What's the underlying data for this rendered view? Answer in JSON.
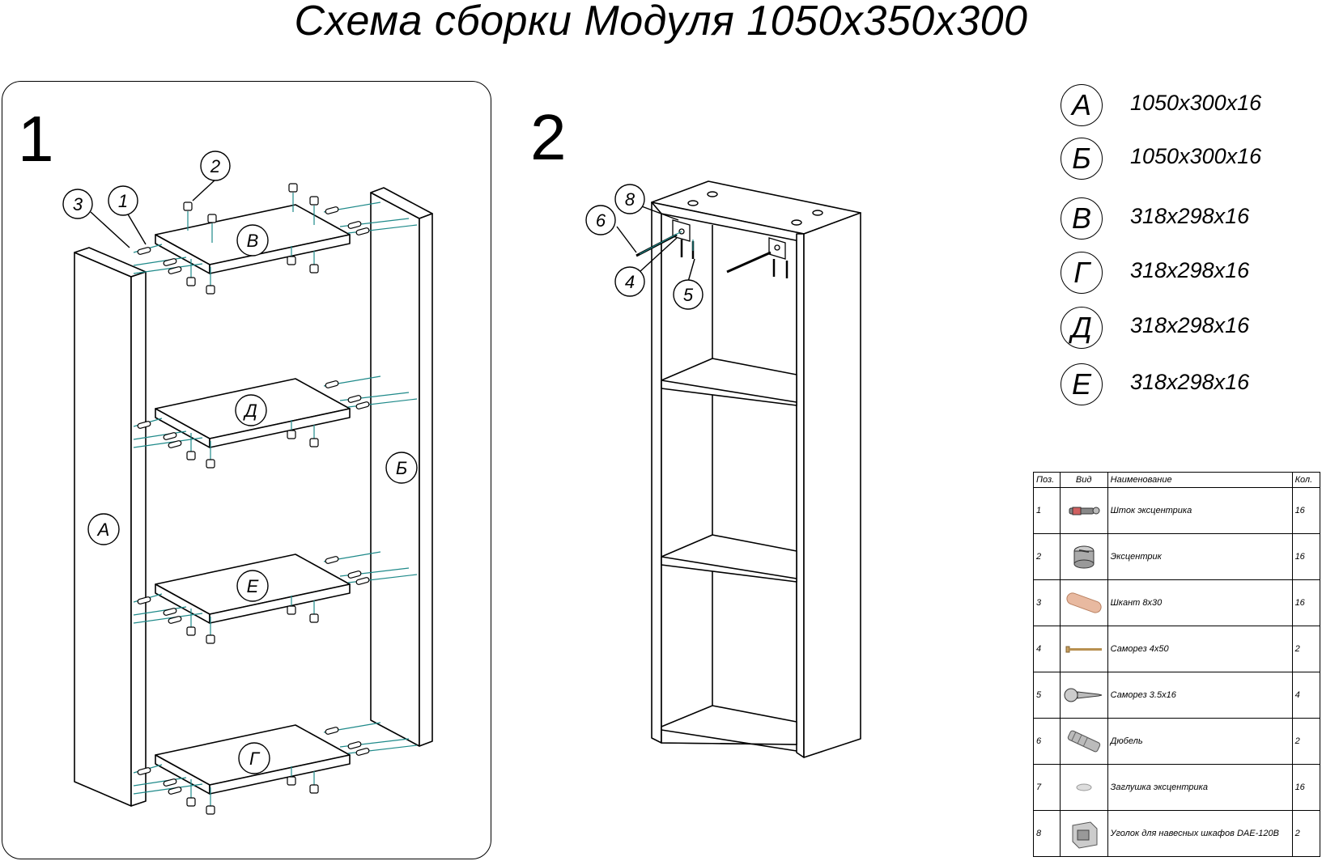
{
  "title": "Схема сборки Модуля 1050х350х300",
  "step1": {
    "number": "1",
    "callouts": [
      "1",
      "2",
      "3"
    ],
    "panel_labels": [
      "А",
      "Б",
      "В",
      "Д",
      "Е",
      "Г"
    ]
  },
  "step2": {
    "number": "2",
    "callouts": [
      "4",
      "5",
      "6",
      "8"
    ]
  },
  "legend": [
    {
      "letter": "А",
      "size": "1050х300х16"
    },
    {
      "letter": "Б",
      "size": "1050х300х16"
    },
    {
      "letter": "В",
      "size": "318х298х16"
    },
    {
      "letter": "Г",
      "size": "318х298х16"
    },
    {
      "letter": "Д",
      "size": "318х298х16"
    },
    {
      "letter": "Е",
      "size": "318х298х16"
    }
  ],
  "table": {
    "headers": [
      "Поз.",
      "Вид",
      "Наименование",
      "Кол."
    ],
    "rows": [
      {
        "pos": "1",
        "icon": "cam-rod-icon",
        "name": "Шток эксцентрика",
        "qty": "16"
      },
      {
        "pos": "2",
        "icon": "cam-lock-icon",
        "name": "Эксцентрик",
        "qty": "16"
      },
      {
        "pos": "3",
        "icon": "dowel-icon",
        "name": "Шкант 8х30",
        "qty": "16"
      },
      {
        "pos": "4",
        "icon": "screw-icon",
        "name": "Саморез 4х50",
        "qty": "2"
      },
      {
        "pos": "5",
        "icon": "short-screw-icon",
        "name": "Саморез 3.5х16",
        "qty": "4"
      },
      {
        "pos": "6",
        "icon": "wall-plug-icon",
        "name": "Дюбель",
        "qty": "2"
      },
      {
        "pos": "7",
        "icon": "cam-cap-icon",
        "name": "Заглушка эксцентрика",
        "qty": "16"
      },
      {
        "pos": "8",
        "icon": "hanger-bracket-icon",
        "name": "Уголок для навесных шкафов DAE-120B",
        "qty": "2"
      }
    ]
  },
  "colors": {
    "line": "#000000",
    "connector": "#1f8a8a",
    "dowel": "#e8b9a0"
  }
}
